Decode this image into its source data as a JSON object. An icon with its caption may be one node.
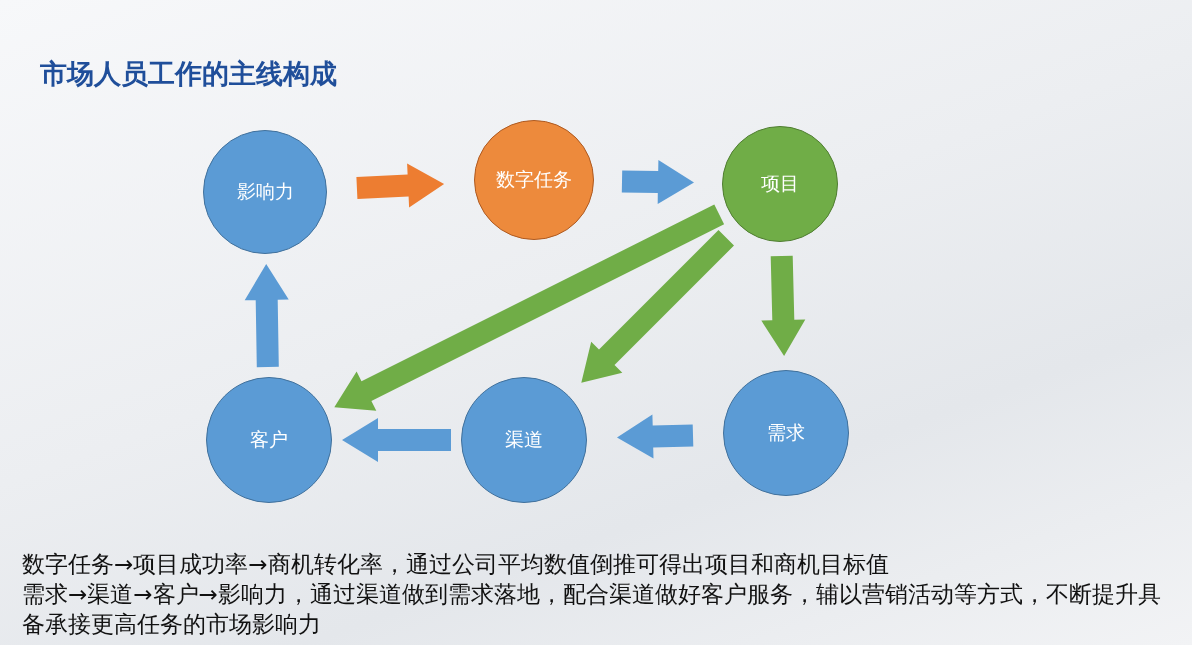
{
  "diagram": {
    "title": "市场人员工作的主线构成",
    "nodes": [
      {
        "text": [
          "影响力"
        ]
      },
      {
        "text": [
          "数字任务"
        ]
      },
      {
        "text": [
          "项目"
        ]
      },
      {
        "text": [
          "需求"
        ]
      },
      {
        "text": [
          "渠道"
        ]
      },
      {
        "text": [
          "客户"
        ]
      }
    ],
    "edges": [
      {
        "from": 0,
        "to": 1,
        "arrow": "to",
        "color": "#ed7d31"
      },
      {
        "from": 1,
        "to": 2,
        "arrow": "to"
      },
      {
        "from": 2,
        "to": 3,
        "arrow": "to",
        "color": "#70ad47"
      },
      {
        "from": 2,
        "to": 4,
        "arrow": "to",
        "color": "#70ad47"
      },
      {
        "from": 2,
        "to": 5,
        "arrow": "to",
        "color": "#70ad47"
      },
      {
        "from": 3,
        "to": 4,
        "arrow": "to"
      },
      {
        "from": 4,
        "to": 5,
        "arrow": "to"
      },
      {
        "from": 5,
        "to": 0,
        "arrow": "to"
      }
    ],
    "labels": [
      "数字任务→项目成功率→商机转化率，通过公司平均数值倒推可得出项目和商机目标值",
      "需求→渠道→客户→影响力，通过渠道做到需求落地，配合渠道做好客户服务，辅以营销活动等方式，不断提升具备承接更高任务的市场影响力"
    ]
  }
}
